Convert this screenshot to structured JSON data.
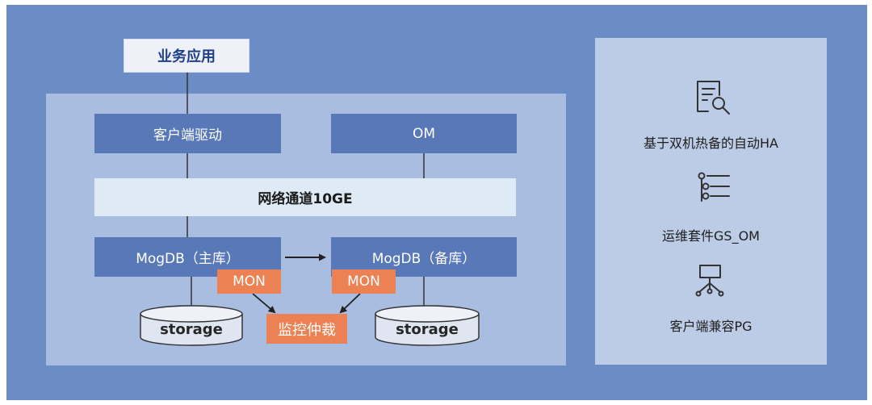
{
  "diagram": {
    "app_label": "业务应用",
    "client_driver_label": "客户端驱动",
    "om_label": "OM",
    "network_label": "网络通道10GE",
    "primary_db_label": "MogDB（主库）",
    "standby_db_label": "MogDB（备库）",
    "mon_primary_label": "MON",
    "mon_standby_label": "MON",
    "arbitration_label": "监控仲裁",
    "storage_primary_label": "storage",
    "storage_standby_label": "storage"
  },
  "features": [
    {
      "icon": "document-search-icon",
      "label": "基于双机热备的自动HA"
    },
    {
      "icon": "list-tree-icon",
      "label": "运维套件GS_OM"
    },
    {
      "icon": "network-node-icon",
      "label": "客户端兼容PG"
    }
  ],
  "colors": {
    "background": "#6b8cc4",
    "panel_left": "#a8bde0",
    "panel_right": "#bccbe6",
    "component": "#5878b8",
    "network": "#deeaf6",
    "monitor": "#ec8253"
  }
}
